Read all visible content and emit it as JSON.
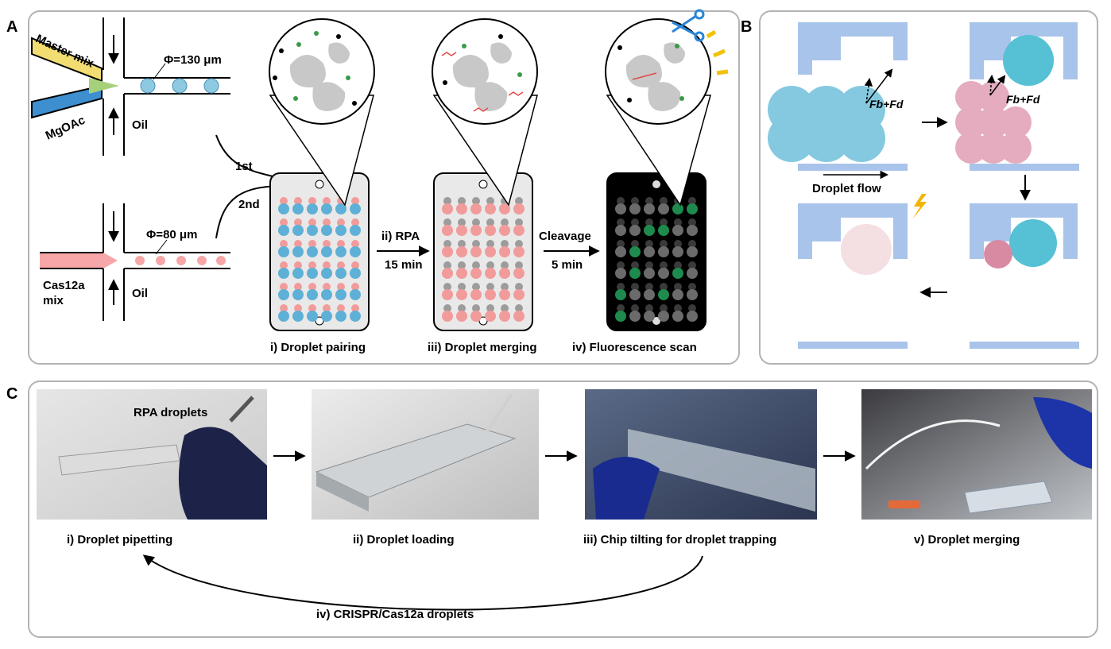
{
  "panels": {
    "a": {
      "letter": "A"
    },
    "b": {
      "letter": "B"
    },
    "c": {
      "letter": "C"
    }
  },
  "panel_a": {
    "master_mix": "Master mix",
    "mgoac": "MgOAc",
    "oil_top": "Oil",
    "oil_bottom": "Oil",
    "phi_130": "Φ=130 μm",
    "phi_80": "Φ=80 μm",
    "cas12a_1": "Cas12a",
    "cas12a_2": "mix",
    "first": "1st",
    "second": "2nd",
    "rpa": "ii) RPA",
    "rpa_time": "15 min",
    "cleavage": "Cleavage",
    "cleavage_time": "5 min",
    "label_pairing": "i) Droplet pairing",
    "label_merging": "iii) Droplet merging",
    "label_scan": "iv) Fluorescence scan"
  },
  "panel_b": {
    "force_1": "Fb+Fd",
    "force_2": "Fb+Fd",
    "droplet_flow": "Droplet flow"
  },
  "panel_c": {
    "rpa_droplets": "RPA droplets",
    "step_1": "i) Droplet pipetting",
    "step_2": "ii) Droplet loading",
    "step_3": "iii) Chip tilting for droplet trapping",
    "step_4": "iv) CRISPR/Cas12a droplets",
    "step_5": "v) Droplet merging"
  },
  "colors": {
    "blue_droplet": "#5fb0d6",
    "pink_droplet": "#f29b9b",
    "trap_blue": "#a9c4ea",
    "cyan": "#56c0d4",
    "mauve": "#d98aa3",
    "green_signal": "#1e8a4e",
    "yellow_mix": "#f2dd72"
  }
}
